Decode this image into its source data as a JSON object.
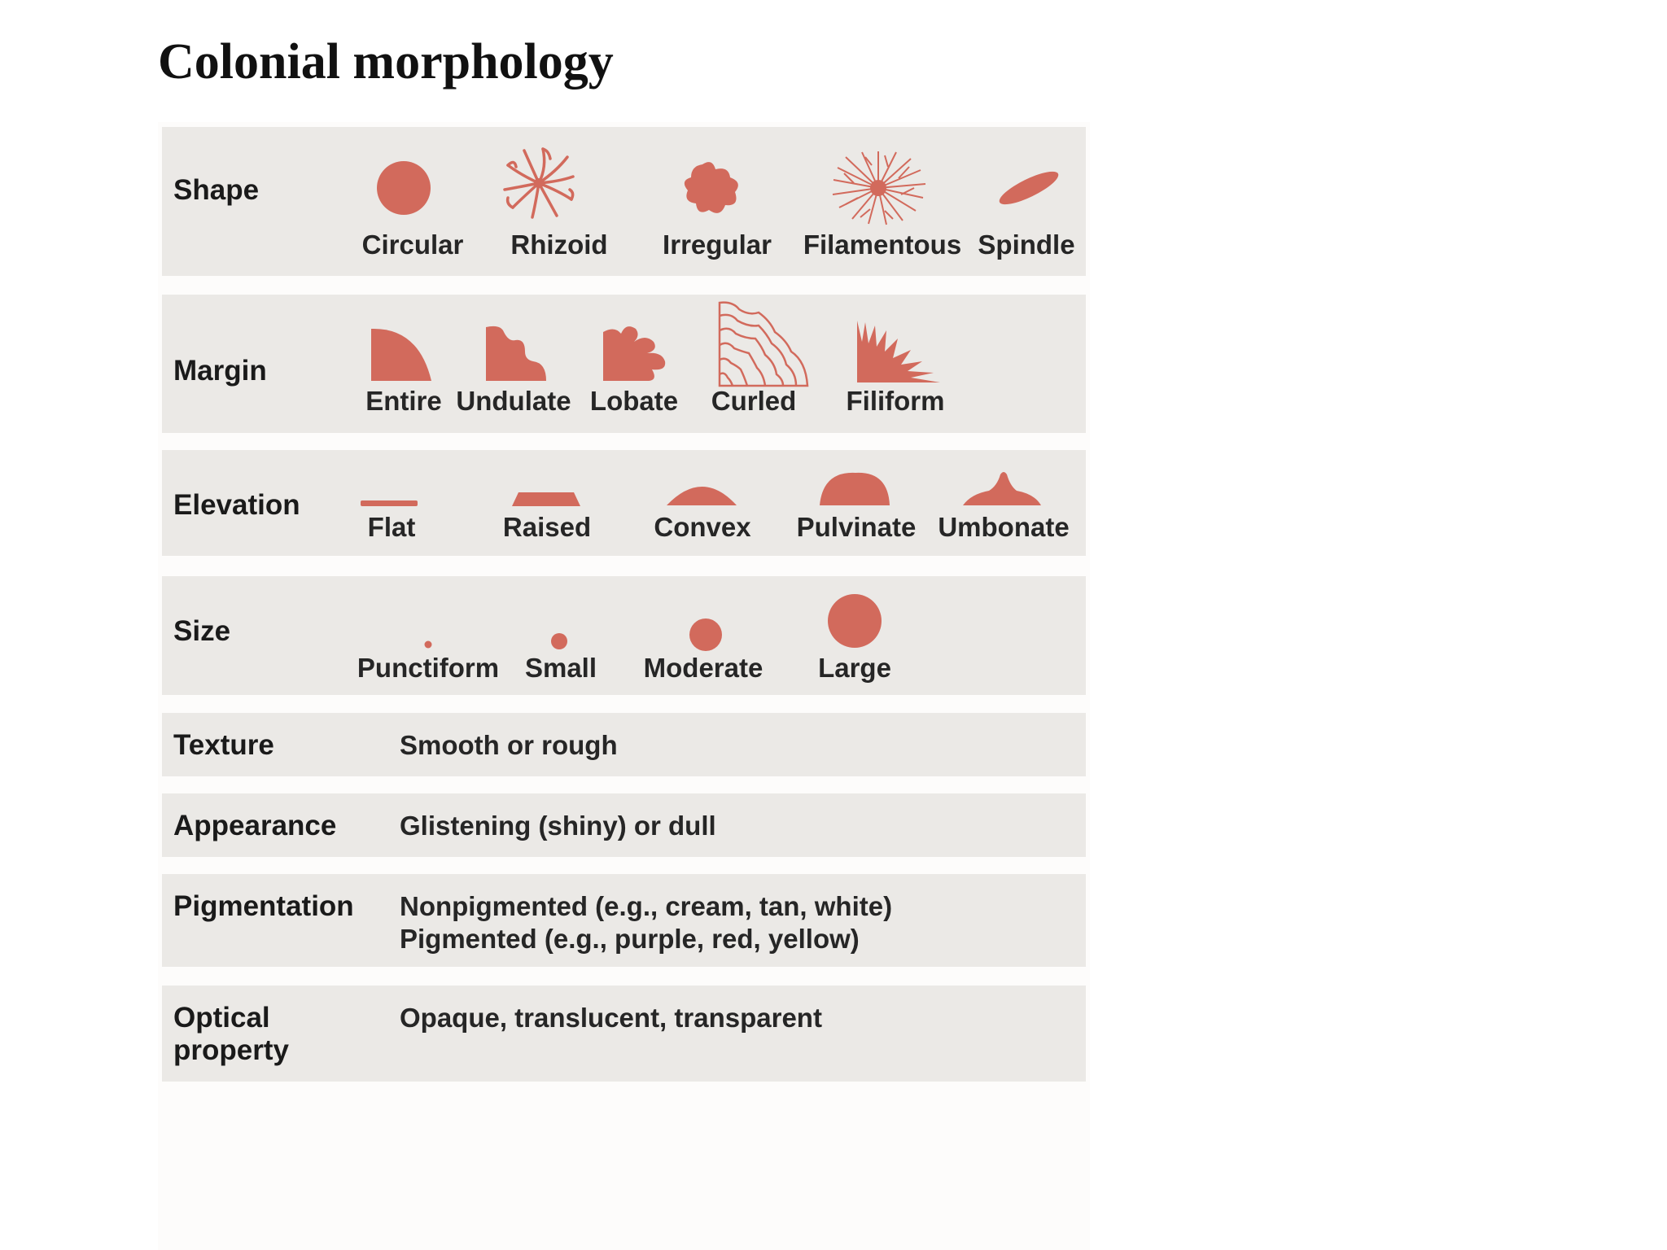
{
  "title": "Colonial morphology",
  "colors": {
    "colony": "#d26a5c",
    "row_bg": "#ebe9e6"
  },
  "rows": {
    "shape": {
      "label": "Shape",
      "items": [
        "Circular",
        "Rhizoid",
        "Irregular",
        "Filamentous",
        "Spindle"
      ]
    },
    "margin": {
      "label": "Margin",
      "items": [
        "Entire",
        "Undulate",
        "Lobate",
        "Curled",
        "Filiform"
      ]
    },
    "elevation": {
      "label": "Elevation",
      "items": [
        "Flat",
        "Raised",
        "Convex",
        "Pulvinate",
        "Umbonate"
      ]
    },
    "size": {
      "label": "Size",
      "items": [
        "Punctiform",
        "Small",
        "Moderate",
        "Large"
      ]
    },
    "texture": {
      "label": "Texture",
      "description": "Smooth or rough"
    },
    "appearance": {
      "label": "Appearance",
      "description": "Glistening (shiny) or dull"
    },
    "pigmentation": {
      "label": "Pigmentation",
      "description_lines": [
        "Nonpigmented (e.g., cream, tan, white)",
        "Pigmented (e.g., purple, red, yellow)"
      ]
    },
    "optical": {
      "label_lines": [
        "Optical",
        "property"
      ],
      "description": "Opaque, translucent, transparent"
    }
  }
}
